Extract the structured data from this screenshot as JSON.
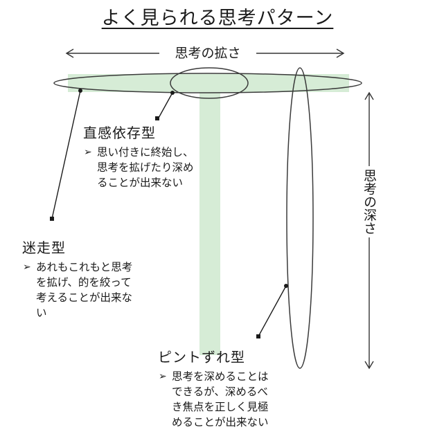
{
  "title": "よく見られる思考パターン",
  "axes": {
    "breadth_label": "思考の拡さ",
    "depth_label": "思考の深さ"
  },
  "types": {
    "intuition": {
      "name": "直感依存型",
      "bullet_lines": [
        "思い付きに終始し、",
        "思考を拡げたり深め",
        "ることが出来ない"
      ]
    },
    "wander": {
      "name": "迷走型",
      "bullet_lines": [
        "あれもこれもと思考",
        "を拡げ、的を絞って",
        "考えることが出来な",
        "い"
      ]
    },
    "offfocus": {
      "name": "ピントずれ型",
      "bullet_lines": [
        "思考を深めることは",
        "できるが、深めるべ",
        "き焦点を正しく見極",
        "めることが出来ない"
      ]
    }
  },
  "colors": {
    "t_shape_fill": "#d6ecd6",
    "ellipse_stroke": "#3a3a3a",
    "line_stroke": "#1a1a1a"
  },
  "icons": {
    "bullet": "triangle-right-icon"
  }
}
